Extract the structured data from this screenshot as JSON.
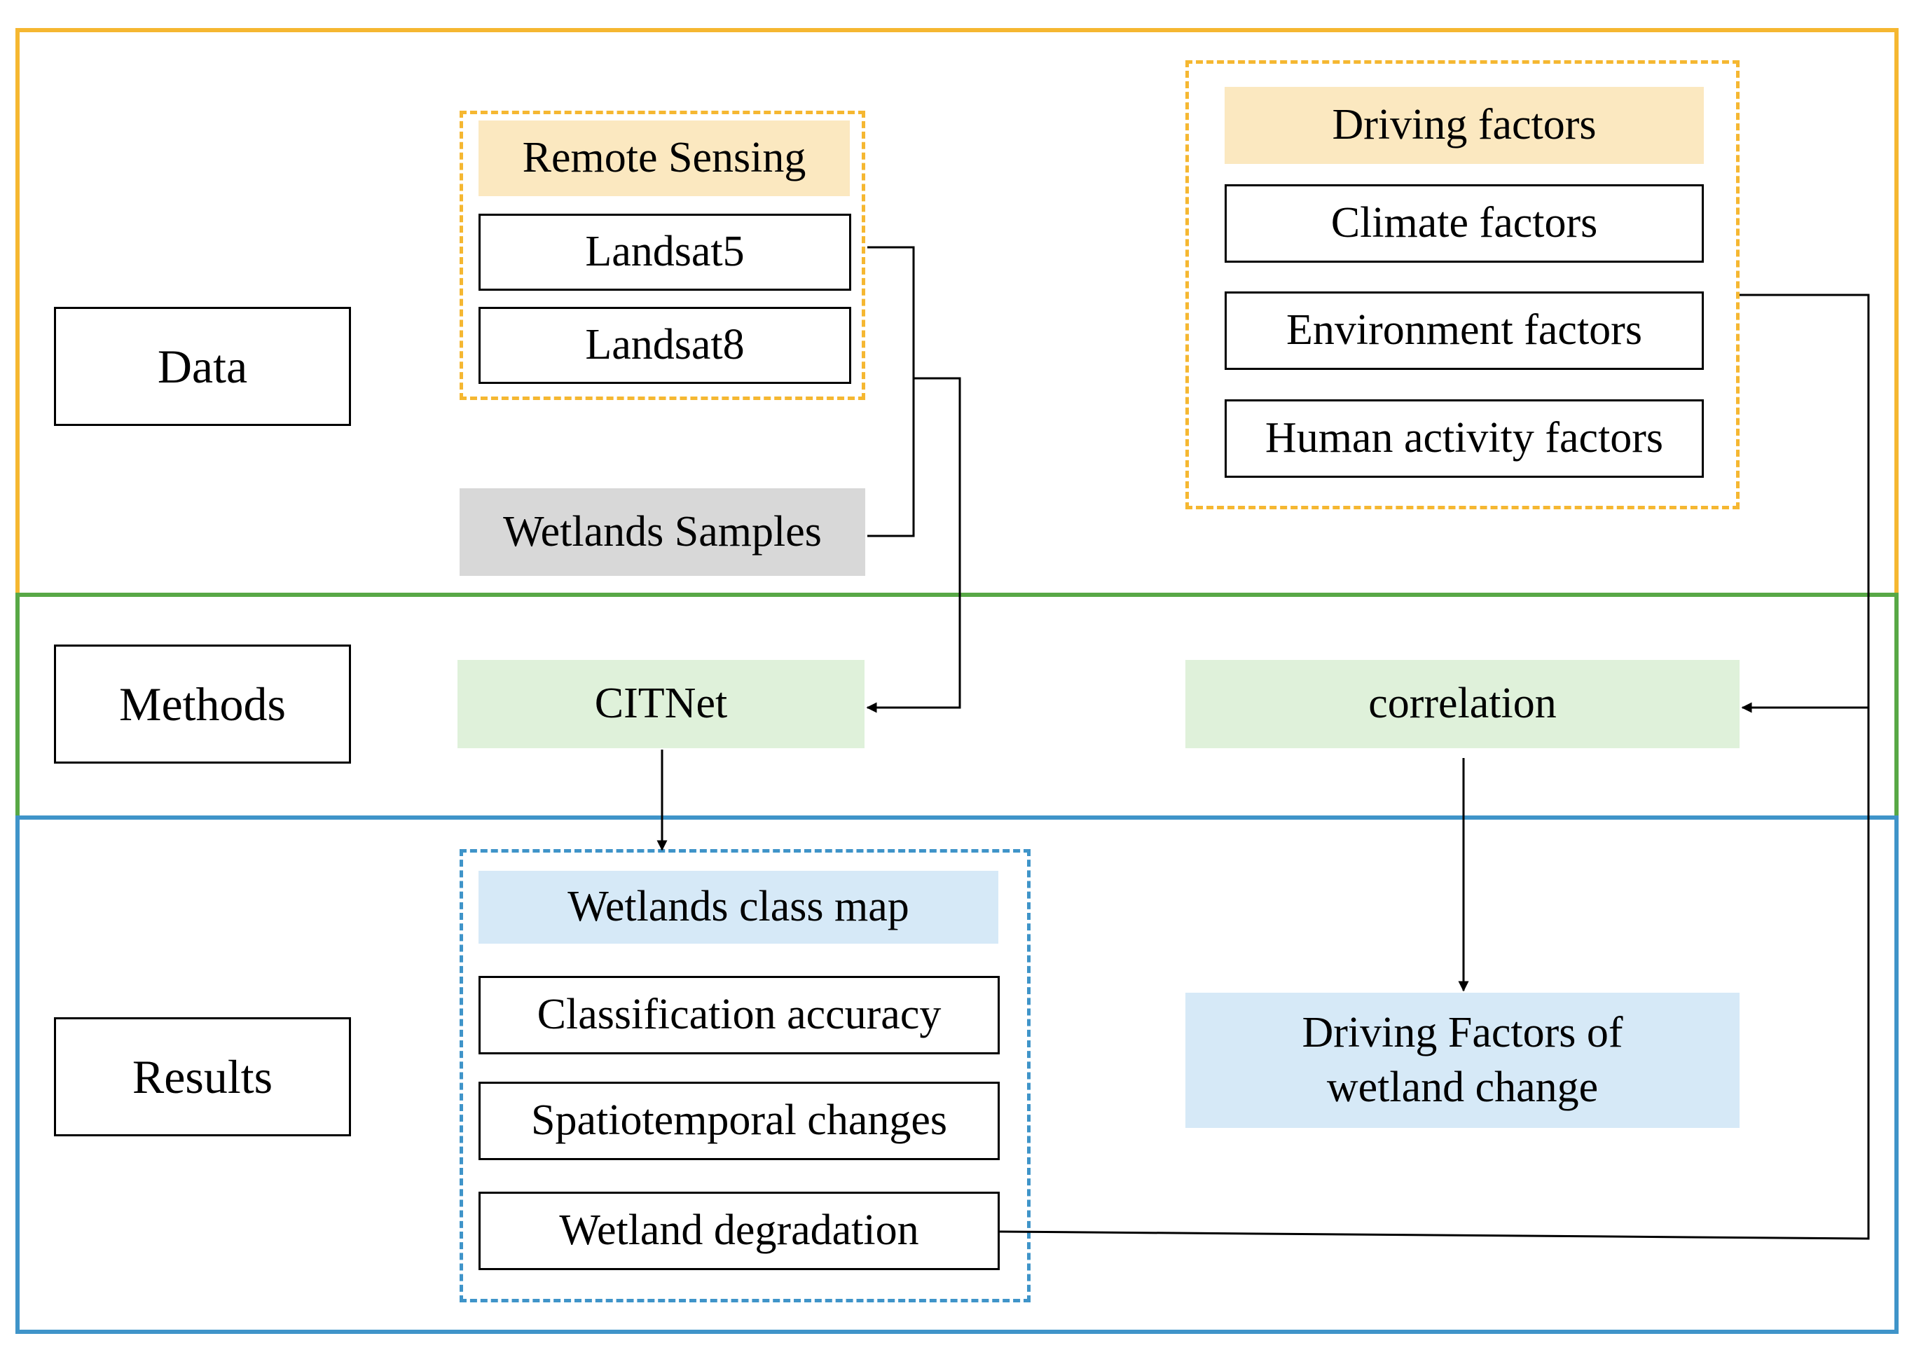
{
  "colors": {
    "data_section": "#f5b731",
    "methods_section": "#58a846",
    "results_section": "#3f94c9",
    "rs_header_fill": "#fbe8c0",
    "samples_fill": "#d8d8d8",
    "methods_fill": "#dff1da",
    "results_fill": "#d6e9f7"
  },
  "sections": {
    "data": "Data",
    "methods": "Methods",
    "results": "Results"
  },
  "remote_sensing": {
    "header": "Remote Sensing",
    "items": [
      "Landsat5",
      "Landsat8"
    ]
  },
  "samples": "Wetlands Samples",
  "driving_factors": {
    "header": "Driving factors",
    "items": [
      "Climate factors",
      "Environment factors",
      "Human activity factors"
    ]
  },
  "methods": {
    "citnet": "CITNet",
    "correlation": "correlation"
  },
  "results": {
    "header": "Wetlands class map",
    "items": [
      "Classification accuracy",
      "Spatiotemporal changes",
      "Wetland degradation"
    ],
    "driving_line1": "Driving Factors of",
    "driving_line2": "wetland change"
  }
}
